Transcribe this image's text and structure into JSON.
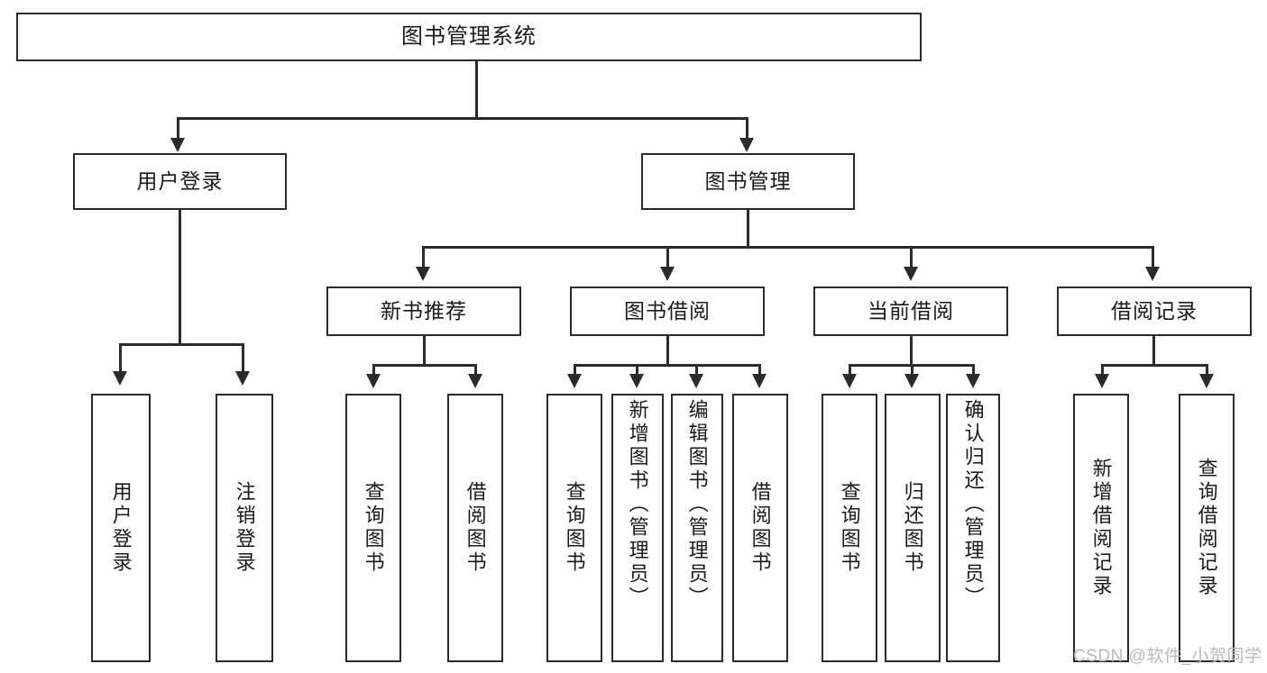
{
  "diagram": {
    "title": "图书管理系统",
    "type": "tree-hierarchy",
    "root": {
      "id": "root",
      "label": "图书管理系统"
    },
    "level2": [
      {
        "id": "user-login",
        "label": "用户登录"
      },
      {
        "id": "book-manage",
        "label": "图书管理"
      }
    ],
    "level3": [
      {
        "id": "new-book-rec",
        "label": "新书推荐"
      },
      {
        "id": "book-borrow",
        "label": "图书借阅"
      },
      {
        "id": "current-borrow",
        "label": "当前借阅"
      },
      {
        "id": "borrow-record",
        "label": "借阅记录"
      }
    ],
    "leaves": {
      "user_login": [
        {
          "id": "leaf-user-login",
          "label": "用户登录"
        },
        {
          "id": "leaf-logout",
          "label": "注销登录"
        }
      ],
      "new_book_rec": [
        {
          "id": "leaf-query-book-1",
          "label": "查询图书"
        },
        {
          "id": "leaf-borrow-book-1",
          "label": "借阅图书"
        }
      ],
      "book_borrow": [
        {
          "id": "leaf-query-book-2",
          "label": "查询图书"
        },
        {
          "id": "leaf-add-book",
          "label": "新增图书（管理员）"
        },
        {
          "id": "leaf-edit-book",
          "label": "编辑图书（管理员）"
        },
        {
          "id": "leaf-borrow-book-2",
          "label": "借阅图书"
        }
      ],
      "current_borrow": [
        {
          "id": "leaf-query-book-3",
          "label": "查询图书"
        },
        {
          "id": "leaf-return-book",
          "label": "归还图书"
        },
        {
          "id": "leaf-confirm-return",
          "label": "确认归还（管理员）"
        }
      ],
      "borrow_record": [
        {
          "id": "leaf-add-record",
          "label": "新增借阅记录"
        },
        {
          "id": "leaf-query-record",
          "label": "查询借阅记录"
        }
      ]
    }
  },
  "watermark": {
    "text": "CSDN @软件_小贺同学"
  },
  "colors": {
    "stroke": "#2b2b2b",
    "background": "#ffffff",
    "text": "#1a1a1a",
    "watermark": "#b9b9b9"
  }
}
